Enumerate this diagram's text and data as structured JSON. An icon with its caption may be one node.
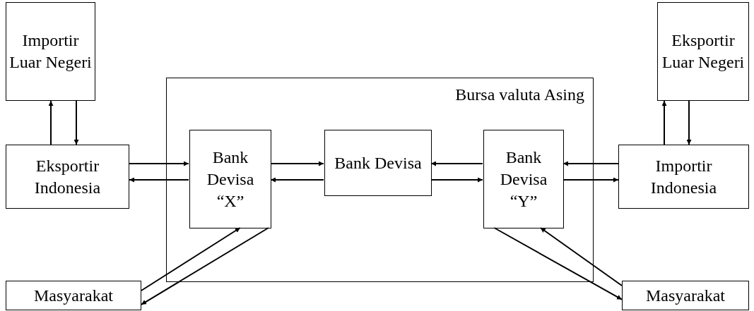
{
  "diagram": {
    "nodes": [
      {
        "text": [
          "Importir Luar Negeri"
        ]
      },
      {
        "text": [
          "Eksportir Luar Negeri"
        ]
      },
      {
        "text": [
          "Bursa valuta Asing"
        ]
      },
      {
        "text": [
          "Eksportir Indonesia"
        ]
      },
      {
        "text": [
          "Bank Devisa “X”"
        ],
        "in": 2
      },
      {
        "text": [
          "Bank Devisa"
        ],
        "in": 2
      },
      {
        "text": [
          "Bank Devisa “Y”"
        ],
        "in": 2
      },
      {
        "text": [
          "Importir Indonesia"
        ]
      },
      {
        "text": [
          "Masyarakat"
        ]
      },
      {
        "text": [
          "Masyarakat"
        ]
      }
    ],
    "edges": [
      {
        "from": 3,
        "to": 0,
        "arrow": "to"
      },
      {
        "from": 0,
        "to": 3,
        "arrow": "to"
      },
      {
        "from": 3,
        "to": 4,
        "arrow": "to"
      },
      {
        "from": 4,
        "to": 3,
        "arrow": "to"
      },
      {
        "from": 4,
        "to": 5,
        "arrow": "to"
      },
      {
        "from": 5,
        "to": 4,
        "arrow": "to"
      },
      {
        "from": 6,
        "to": 5,
        "arrow": "to"
      },
      {
        "from": 5,
        "to": 6,
        "arrow": "to"
      },
      {
        "from": 7,
        "to": 6,
        "arrow": "to"
      },
      {
        "from": 6,
        "to": 7,
        "arrow": "to"
      },
      {
        "from": 7,
        "to": 1,
        "arrow": "to"
      },
      {
        "from": 1,
        "to": 7,
        "arrow": "to"
      },
      {
        "from": 8,
        "to": 4,
        "arrow": "to"
      },
      {
        "from": 4,
        "to": 8,
        "arrow": "to"
      },
      {
        "from": 6,
        "to": 9,
        "arrow": "to"
      },
      {
        "from": 9,
        "to": 6,
        "arrow": "to"
      }
    ]
  }
}
